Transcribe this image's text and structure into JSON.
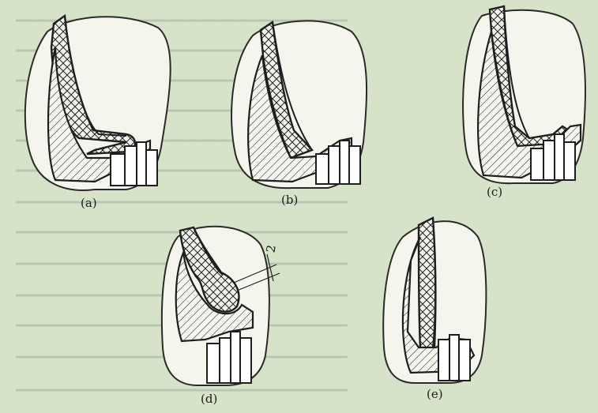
{
  "panels": [
    {
      "id": "a",
      "label": "(a)"
    },
    {
      "id": "b",
      "label": "(b)"
    },
    {
      "id": "c",
      "label": "(c)"
    },
    {
      "id": "d",
      "label": "(d)",
      "dimension": "2"
    },
    {
      "id": "e",
      "label": "(e)"
    }
  ],
  "colors": {
    "paper": "#d6e3c9",
    "material_fill": "#f4f6ee",
    "outline": "#1e1e1e"
  }
}
